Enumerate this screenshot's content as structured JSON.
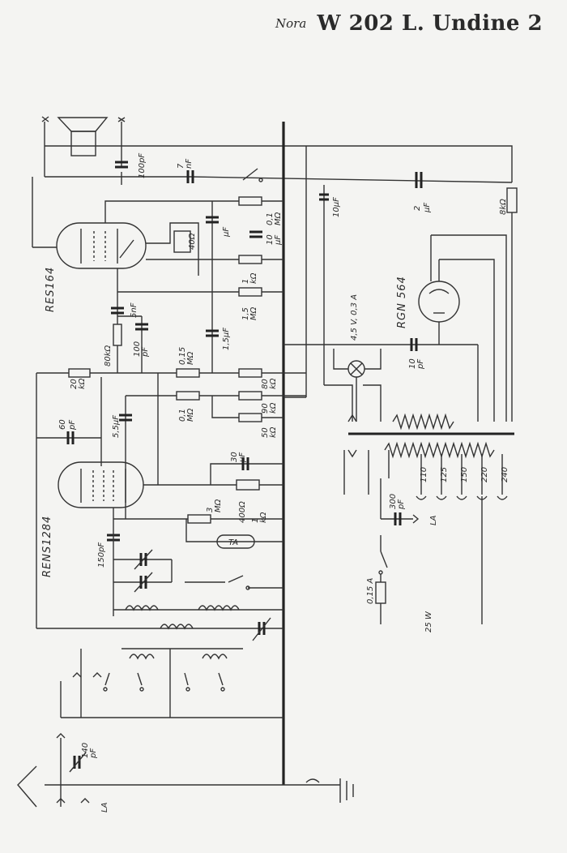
{
  "header": {
    "manufacturer": "Nora",
    "model": "W 202 L. Undine 2"
  },
  "tubes": {
    "output": "RES164",
    "detector": "RENS1284",
    "rectifier": "RGN 564"
  },
  "labels": {
    "c_100pf": "100pF",
    "c_7nf_a": "7",
    "c_7nf_b": "nF",
    "c_2uf_a": "2",
    "c_2uf_b": "μF",
    "r_8k": "8kΩ",
    "c_10uf": "10μF",
    "c_top_uf": "μF",
    "r_40": "40Ω",
    "r_01m_a": "0,1",
    "r_01m_b": "MΩ",
    "c_10uf_b_a": "10",
    "c_10uf_b_b": "μF",
    "r_1k_a": "1",
    "r_1k_b": "kΩ",
    "r_15m_a": "1,5",
    "r_15m_b": "MΩ",
    "c_5nf": "5nF",
    "r_80k_a": "80kΩ",
    "c_100pf_b_a": "100",
    "c_100pf_b_b": "pF",
    "c_15uf": "1,5μF",
    "r_015m_a": "0,15",
    "r_015m_b": "MΩ",
    "r_80kb_a": "80",
    "r_80kb_b": "kΩ",
    "r_20k_a": "20",
    "r_20k_b": "kΩ",
    "r_90k_a": "90",
    "r_90k_b": "kΩ",
    "r_50k_a": "50",
    "r_50k_b": "kΩ",
    "r_01mb_a": "0,1",
    "r_01mb_b": "MΩ",
    "c_55uf": "5,5μF",
    "c_60pf_a": "60",
    "c_60pf_b": "pF",
    "lamp": "4,5 V, 0,3 A",
    "c_10pf_a": "10",
    "c_10pf_b": "pF",
    "c_30uf_a": "30",
    "c_30uf_b": "μF",
    "r_3m_a": "3",
    "r_3m_b": "MΩ",
    "r_400": "400Ω",
    "r_1kb_a": "1",
    "r_1kb_b": "kΩ",
    "c_150pf": "150pF",
    "ta": "TA",
    "taps": [
      "110",
      "125",
      "150",
      "220",
      "240"
    ],
    "c_300pf_a": "300",
    "c_300pf_b": "pF",
    "la": "LA",
    "fuse": "0,15 A",
    "power": "25 W",
    "c_140pf_a": "140",
    "c_140pf_b": "pF",
    "la2": "LA"
  }
}
